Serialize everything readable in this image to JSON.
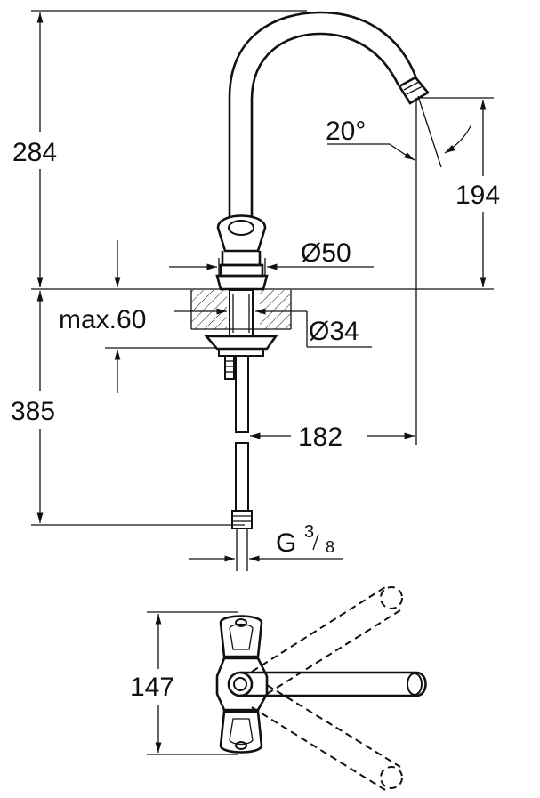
{
  "dimensions": {
    "height_above_base": "284",
    "spout_angle": "20°",
    "spout_height": "194",
    "base_diameter": "Ø50",
    "max_thickness": "max.60",
    "hole_diameter": "Ø34",
    "height_below_base": "385",
    "spout_reach": "182",
    "connection_thread_prefix": "G",
    "connection_thread_numerator": "3",
    "connection_thread_denominator": "8",
    "handle_span": "147"
  }
}
